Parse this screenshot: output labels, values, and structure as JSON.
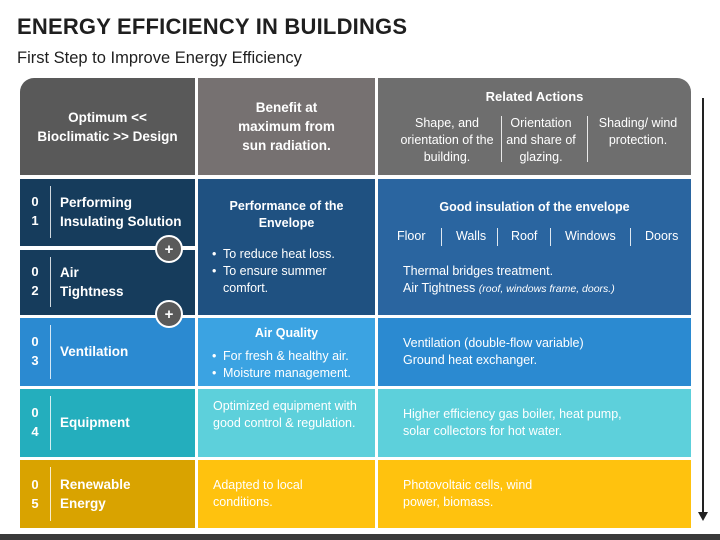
{
  "title": "ENERGY EFFICIENCY IN BUILDINGS",
  "subtitle": "First Step to Improve Energy Efficiency",
  "header": {
    "col1": "Optimum << Bioclimatic >> Design",
    "col2": "Benefit at maximum from sun radiation.",
    "col3_title": "Related Actions",
    "col3_items": [
      "Shape, and orientation of the building.",
      "Orientation and share of glazing.",
      "Shading/ wind protection."
    ]
  },
  "rows": [
    {
      "num1": "0",
      "num2": "1",
      "label": "Performing Insulating Solution"
    },
    {
      "num1": "0",
      "num2": "2",
      "label": "Air Tightness"
    },
    {
      "num1": "0",
      "num2": "3",
      "label": "Ventilation"
    },
    {
      "num1": "0",
      "num2": "4",
      "label": "Equipment"
    },
    {
      "num1": "0",
      "num2": "5",
      "label": "Renewable Energy"
    }
  ],
  "plus_symbol": "+",
  "envelope": {
    "title": "Performance of the Envelope",
    "bullets": [
      "To reduce heat loss.",
      "To ensure summer comfort."
    ],
    "actions_title": "Good insulation of the envelope",
    "items": [
      "Floor",
      "Walls",
      "Roof",
      "Windows",
      "Doors"
    ],
    "line1": "Thermal bridges treatment.",
    "line2_main": "Air Tightness",
    "line2_note": "(roof, windows frame, doors.)"
  },
  "air_quality": {
    "title": "Air Quality",
    "bullets": [
      "For fresh & healthy air.",
      "Moisture management."
    ],
    "actions": [
      "Ventilation (double-flow variable)",
      "Ground heat exchanger."
    ]
  },
  "equipment": {
    "benefit": "Optimized equipment with good control & regulation.",
    "actions": "Higher efficiency gas boiler, heat pump, solar collectors for hot water."
  },
  "renewable": {
    "benefit": "Adapted to local conditions.",
    "actions": "Photovoltaic cells, wind power, biomass."
  },
  "colors": {
    "header_dark": "#595959",
    "navy": "#1f5181",
    "blue": "#3ba3e2",
    "teal": "#5dd0db",
    "gold": "#ffc20e"
  }
}
